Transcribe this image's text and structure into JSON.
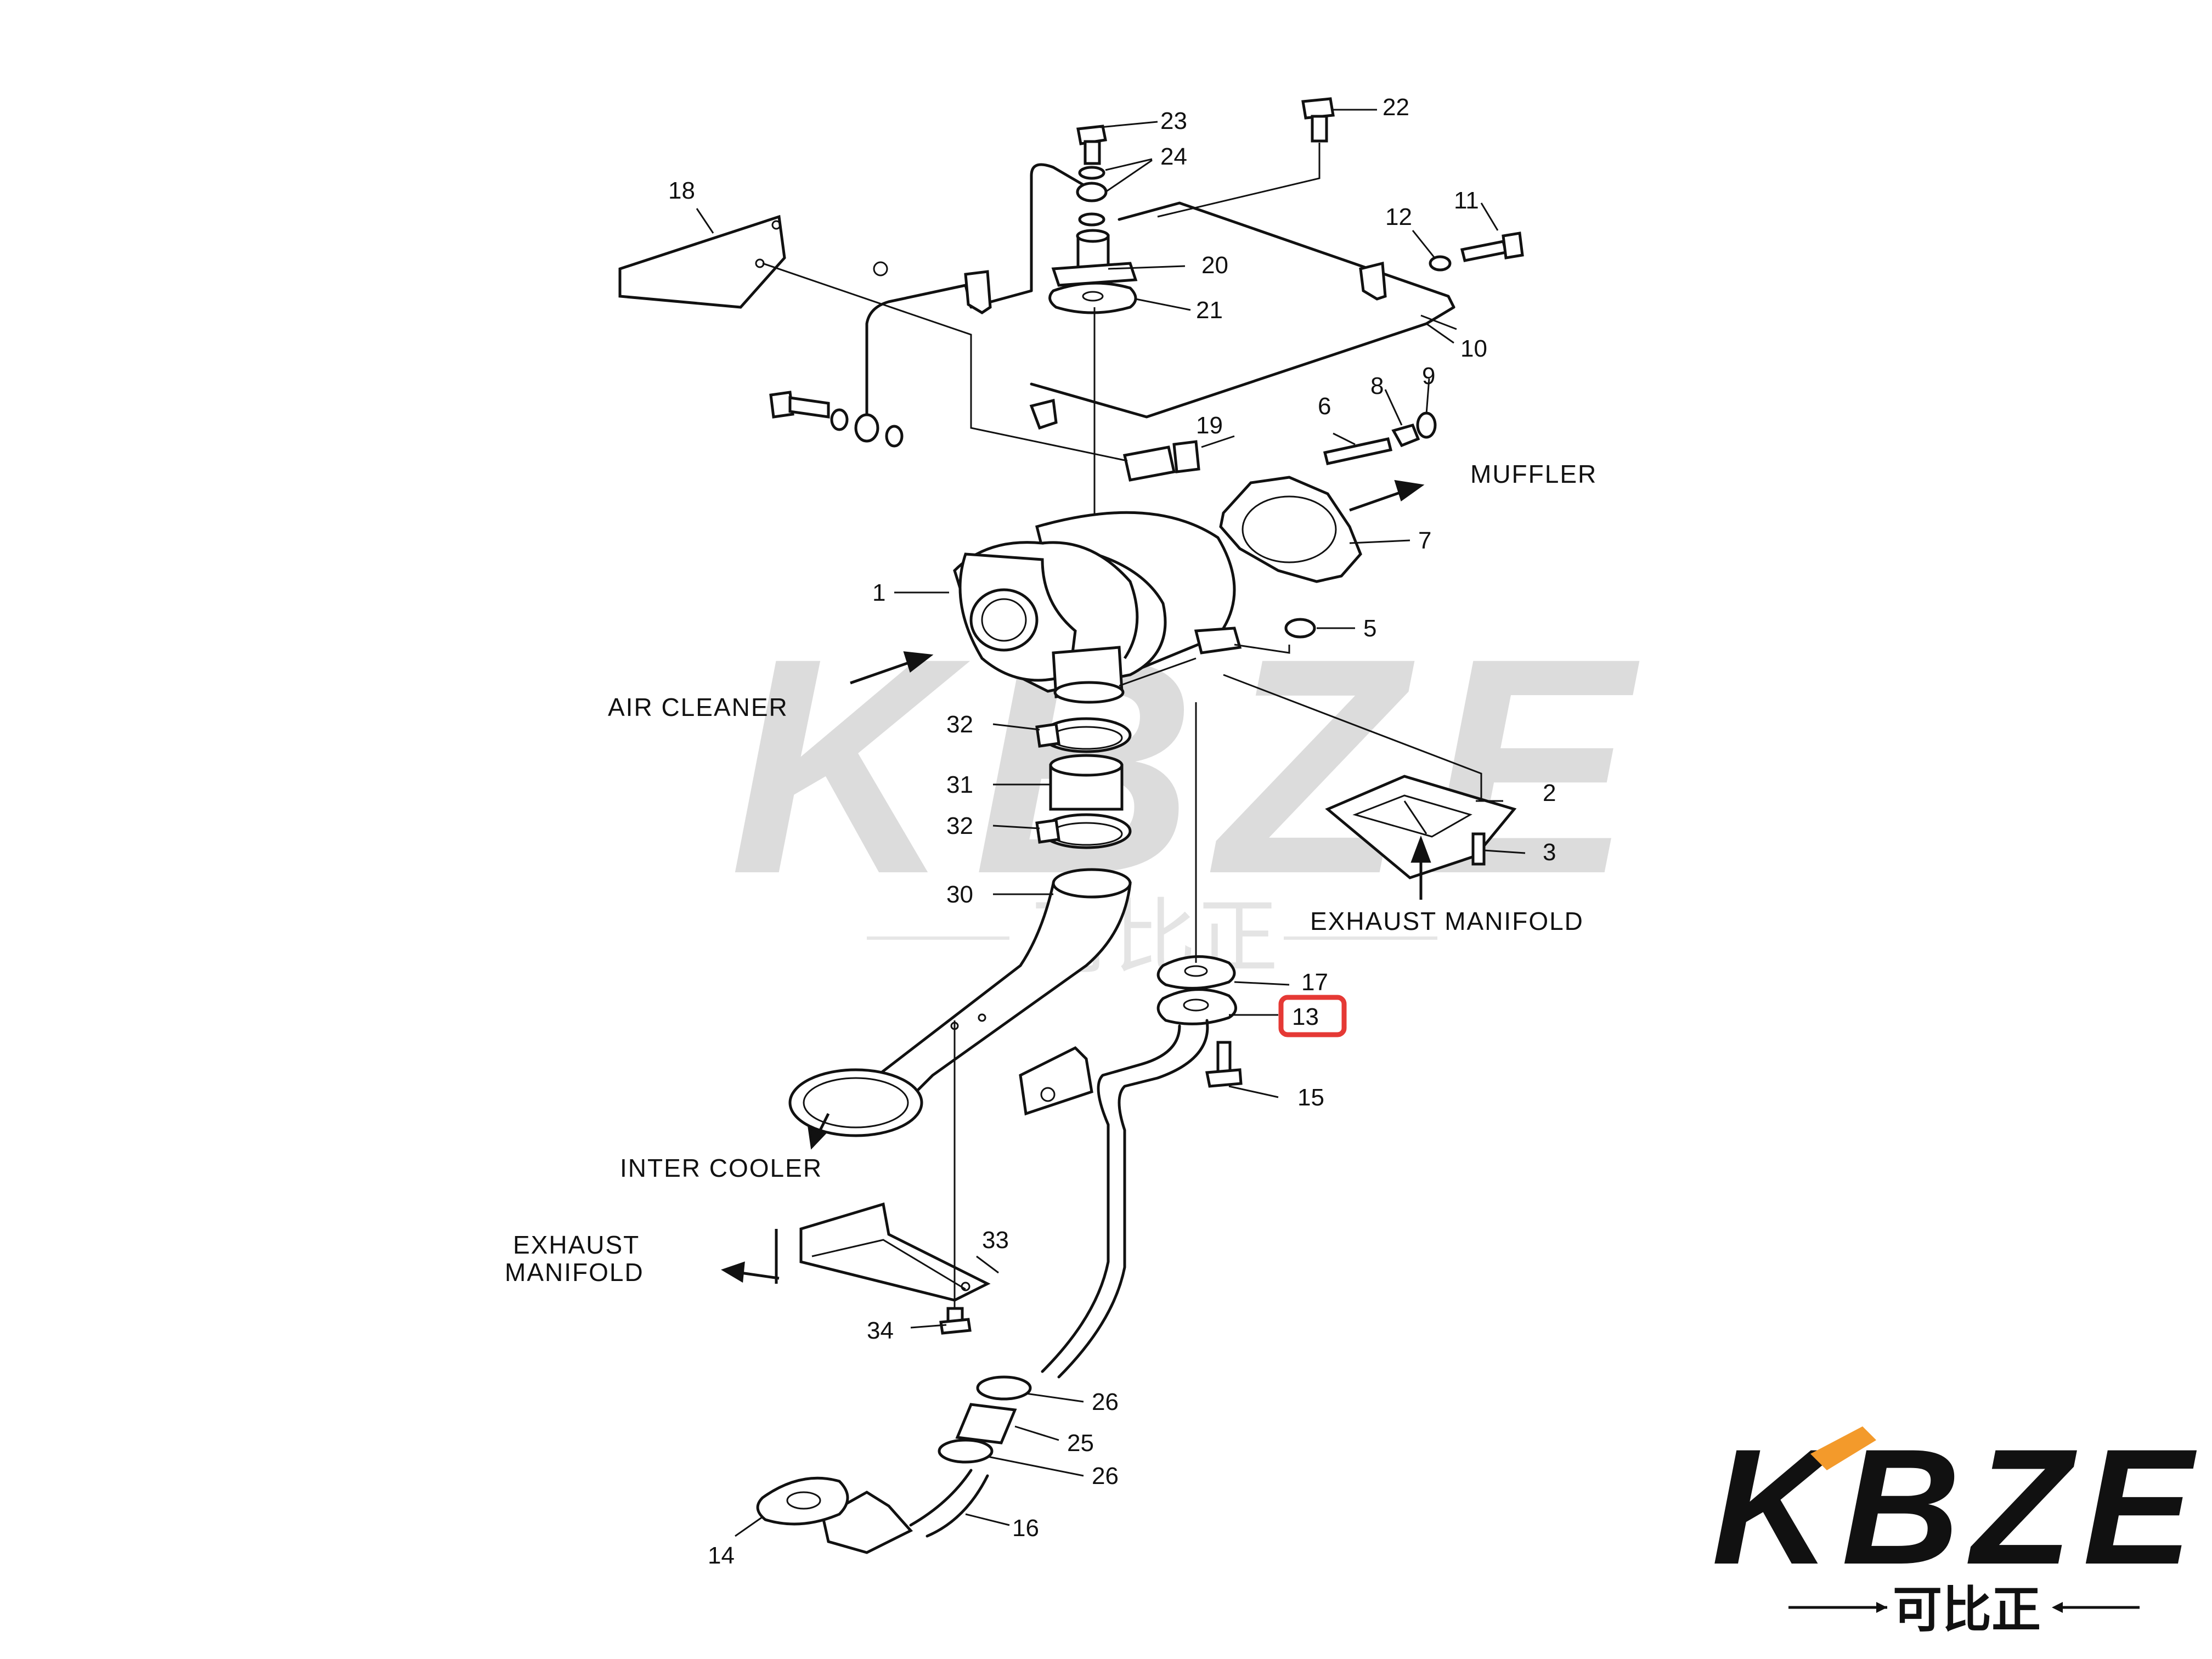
{
  "callouts": {
    "c1": "1",
    "c2": "2",
    "c3": "3",
    "c5": "5",
    "c6": "6",
    "c7": "7",
    "c8": "8",
    "c9": "9",
    "c10": "10",
    "c11": "11",
    "c12": "12",
    "c13": "13",
    "c14": "14",
    "c15": "15",
    "c16": "16",
    "c17": "17",
    "c18": "18",
    "c19": "19",
    "c20": "20",
    "c21": "21",
    "c22": "22",
    "c23": "23",
    "c24": "24",
    "c25": "25",
    "c26a": "26",
    "c26b": "26",
    "c30": "30",
    "c31": "31",
    "c32a": "32",
    "c32b": "32",
    "c33": "33",
    "c34": "34"
  },
  "captions": {
    "muffler": "MUFFLER",
    "air_cleaner": "AIR CLEANER",
    "exhaust_manifold_right": "EXHAUST MANIFOLD",
    "inter_cooler": "INTER COOLER",
    "exhaust_manifold_left_line1": "EXHAUST",
    "exhaust_manifold_left_line2": "MANIFOLD"
  },
  "highlight": {
    "part": "13",
    "color": "#e53935"
  },
  "watermark": {
    "text": "KBZE",
    "sub": "可比正",
    "color": "#d9d9d9"
  },
  "logo": {
    "text": "KBZE",
    "sub": "可比正",
    "accent": "#f39a2b"
  }
}
